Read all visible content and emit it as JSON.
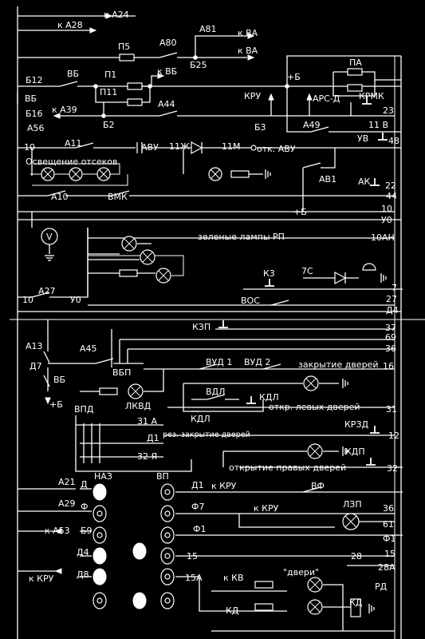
{
  "labels": [
    {
      "id": "a24",
      "text": "к А24"
    },
    {
      "id": "a28",
      "text": "к А28"
    },
    {
      "id": "a81",
      "text": "А81"
    },
    {
      "id": "kva1",
      "text": "к ВА"
    },
    {
      "id": "kva2",
      "text": "к ВА"
    },
    {
      "id": "p5",
      "text": "П5"
    },
    {
      "id": "a80",
      "text": "А80"
    },
    {
      "id": "b25",
      "text": "Б25"
    },
    {
      "id": "pa",
      "text": "ПА"
    },
    {
      "id": "plusb1",
      "text": "+Б"
    },
    {
      "id": "b12",
      "text": "Б12"
    },
    {
      "id": "vb1",
      "text": "ВБ"
    },
    {
      "id": "p1",
      "text": "П1"
    },
    {
      "id": "kvb",
      "text": "к ВБ"
    },
    {
      "id": "p11",
      "text": "П11"
    },
    {
      "id": "vb2",
      "text": "ВБ"
    },
    {
      "id": "b16",
      "text": "Б16"
    },
    {
      "id": "a39",
      "text": "к А39"
    },
    {
      "id": "a44",
      "text": "А44"
    },
    {
      "id": "kru1",
      "text": "КРУ"
    },
    {
      "id": "arsd",
      "text": "АРС-Д"
    },
    {
      "id": "krmk",
      "text": "КРМК"
    },
    {
      "id": "n23",
      "text": "23"
    },
    {
      "id": "b2",
      "text": "Б2"
    },
    {
      "id": "b3",
      "text": "Б3"
    },
    {
      "id": "a49",
      "text": "А49"
    },
    {
      "id": "n11v",
      "text": "11 В"
    },
    {
      "id": "a56",
      "text": "А56"
    },
    {
      "id": "n10a",
      "text": "10"
    },
    {
      "id": "a11",
      "text": "А11"
    },
    {
      "id": "avu",
      "text": "АВУ"
    },
    {
      "id": "zh11",
      "text": "11Ж"
    },
    {
      "id": "m11",
      "text": "11М"
    },
    {
      "id": "otkavu",
      "text": "отк. АВУ"
    },
    {
      "id": "uv",
      "text": "УВ"
    },
    {
      "id": "n48",
      "text": "48"
    },
    {
      "id": "osv",
      "text": "Освещение отсеков"
    },
    {
      "id": "av1",
      "text": "АВ1"
    },
    {
      "id": "ak",
      "text": "АК"
    },
    {
      "id": "n22",
      "text": "22"
    },
    {
      "id": "a10",
      "text": "А10"
    },
    {
      "id": "vmk",
      "text": "ВМК"
    },
    {
      "id": "n44",
      "text": "44"
    },
    {
      "id": "plusb2",
      "text": "+Б"
    },
    {
      "id": "n10b",
      "text": "10"
    },
    {
      "id": "u0a",
      "text": "У0"
    },
    {
      "id": "v",
      "text": "V"
    },
    {
      "id": "zel",
      "text": "зеленые лампы РП"
    },
    {
      "id": "n10an",
      "text": "10АН"
    },
    {
      "id": "k3",
      "text": "К3"
    },
    {
      "id": "c7",
      "text": "7С"
    },
    {
      "id": "n7",
      "text": "7"
    },
    {
      "id": "a27",
      "text": "А27"
    },
    {
      "id": "n10c",
      "text": "10"
    },
    {
      "id": "u0b",
      "text": "У0"
    },
    {
      "id": "vos",
      "text": "ВОС"
    },
    {
      "id": "n27",
      "text": "27"
    },
    {
      "id": "d4a",
      "text": "Д4"
    },
    {
      "id": "kzp",
      "text": "КЗП"
    },
    {
      "id": "n37",
      "text": "37"
    },
    {
      "id": "n69",
      "text": "69"
    },
    {
      "id": "a13",
      "text": "А13"
    },
    {
      "id": "a45",
      "text": "А45"
    },
    {
      "id": "n36a",
      "text": "36"
    },
    {
      "id": "d7",
      "text": "Д7"
    },
    {
      "id": "vud1",
      "text": "ВУД 1"
    },
    {
      "id": "vud2",
      "text": "ВУД 2"
    },
    {
      "id": "zakr",
      "text": "закрытие дверей"
    },
    {
      "id": "n16",
      "text": "16"
    },
    {
      "id": "vbp",
      "text": "ВБП"
    },
    {
      "id": "vb3",
      "text": "ВБ"
    },
    {
      "id": "vdl",
      "text": "ВДЛ"
    },
    {
      "id": "kdl1",
      "text": "КДЛ"
    },
    {
      "id": "plusb3",
      "text": "+Б"
    },
    {
      "id": "lkvd",
      "text": "ЛКВД"
    },
    {
      "id": "otkrl",
      "text": "откр.  левых дверей"
    },
    {
      "id": "kdl2",
      "text": "КДЛ"
    },
    {
      "id": "n31",
      "text": "31"
    },
    {
      "id": "vpd",
      "text": "ВПД"
    },
    {
      "id": "a31",
      "text": "31 А"
    },
    {
      "id": "krzd",
      "text": "КРЗД"
    },
    {
      "id": "d1a",
      "text": "Д1"
    },
    {
      "id": "rez",
      "text": "рез. закрытие дверей"
    },
    {
      "id": "n12",
      "text": "12"
    },
    {
      "id": "kdp",
      "text": "КДП"
    },
    {
      "id": "ya32",
      "text": "32 Я"
    },
    {
      "id": "otkrp",
      "text": "открытие правых дверей"
    },
    {
      "id": "n32",
      "text": "32"
    },
    {
      "id": "a21",
      "text": "А21"
    },
    {
      "id": "d",
      "text": "Д"
    },
    {
      "id": "naz",
      "text": "НАЗ"
    },
    {
      "id": "vp",
      "text": "ВП"
    },
    {
      "id": "d1b",
      "text": "Д1"
    },
    {
      "id": "kkru1",
      "text": "к КРУ"
    },
    {
      "id": "vf",
      "text": "ВФ"
    },
    {
      "id": "a29",
      "text": "А29"
    },
    {
      "id": "f",
      "text": "Ф"
    },
    {
      "id": "f7",
      "text": "Ф7"
    },
    {
      "id": "kkru2",
      "text": "к КРУ"
    },
    {
      "id": "lzp",
      "text": "ЛЗП"
    },
    {
      "id": "n36b",
      "text": "36"
    },
    {
      "id": "a53",
      "text": "к А53"
    },
    {
      "id": "b9",
      "text": "Б9"
    },
    {
      "id": "f1a",
      "text": "Ф1"
    },
    {
      "id": "n61",
      "text": "61"
    },
    {
      "id": "f1b",
      "text": "Ф1"
    },
    {
      "id": "d4b",
      "text": "Д4"
    },
    {
      "id": "n15a",
      "text": "15"
    },
    {
      "id": "n28",
      "text": "28"
    },
    {
      "id": "n15b",
      "text": "15"
    },
    {
      "id": "dveri",
      "text": "\"двери\""
    },
    {
      "id": "n28a",
      "text": "28А"
    },
    {
      "id": "kkru3",
      "text": "к КРУ"
    },
    {
      "id": "d8",
      "text": "Д8"
    },
    {
      "id": "a15",
      "text": "15А"
    },
    {
      "id": "kkv",
      "text": "к КВ"
    },
    {
      "id": "rd",
      "text": "РД"
    },
    {
      "id": "kd1",
      "text": "КД"
    },
    {
      "id": "kd2",
      "text": "КД"
    }
  ]
}
